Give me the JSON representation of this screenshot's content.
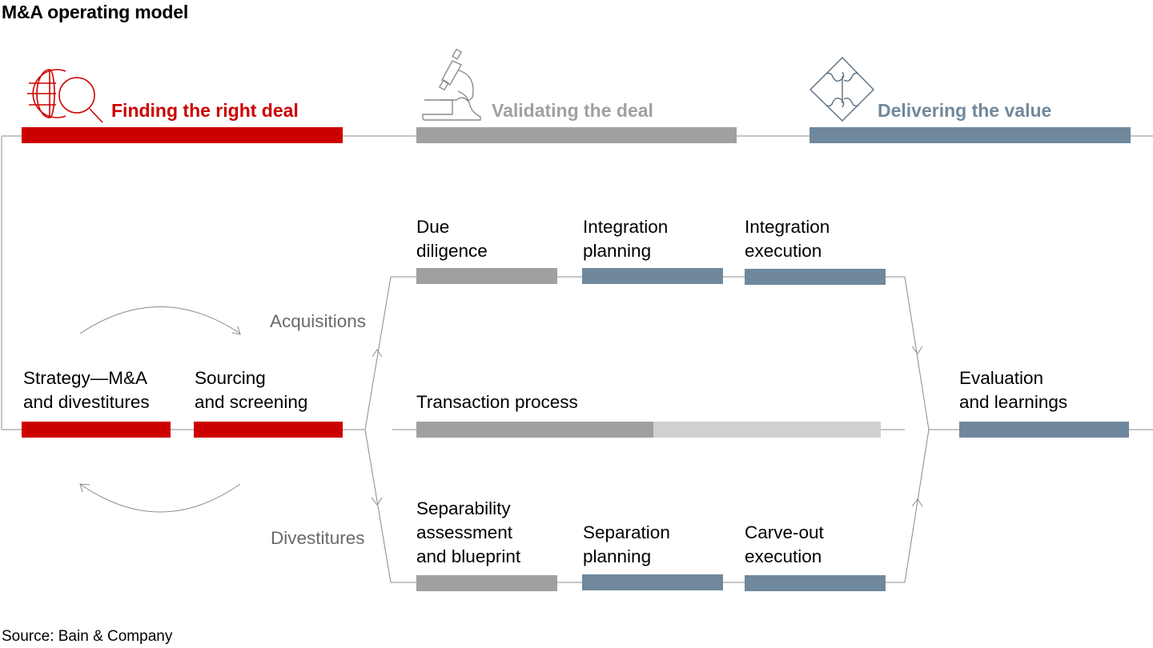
{
  "title": "M&A operating model",
  "source": "Source: Bain & Company",
  "colors": {
    "red": "#cc0000",
    "gray": "#a0a0a0",
    "light_gray": "#d0d0d0",
    "slate": "#70889c",
    "line": "#b4b4b4",
    "thin_line": "#8a8a8a",
    "branch_text": "#6a6a6a"
  },
  "phases": [
    {
      "label": "Finding the right deal",
      "icon": "globe-magnifier-icon",
      "color": "#cc0000"
    },
    {
      "label": "Validating the deal",
      "icon": "microscope-icon",
      "color": "#a0a0a0"
    },
    {
      "label": "Delivering the value",
      "icon": "puzzle-icon",
      "color": "#70889c"
    }
  ],
  "steps": {
    "strategy": {
      "label": "Strategy—M&A\nand divestitures",
      "color": "#cc0000"
    },
    "sourcing": {
      "label": "Sourcing\nand screening",
      "color": "#cc0000"
    },
    "due_diligence": {
      "label": "Due\ndiligence",
      "color": "#a0a0a0"
    },
    "integration_planning": {
      "label": "Integration\nplanning",
      "color": "#70889c"
    },
    "integration_execution": {
      "label": "Integration\nexecution",
      "color": "#70889c"
    },
    "transaction": {
      "label": "Transaction process",
      "colors": [
        "#a0a0a0",
        "#d0d0d0"
      ]
    },
    "separability": {
      "label": "Separability\nassessment\nand blueprint",
      "color": "#a0a0a0"
    },
    "separation_planning": {
      "label": "Separation\nplanning",
      "color": "#70889c"
    },
    "carve_out": {
      "label": "Carve-out\nexecution",
      "color": "#70889c"
    },
    "evaluation": {
      "label": "Evaluation\nand learnings",
      "color": "#70889c"
    }
  },
  "branches": {
    "acquisitions": "Acquisitions",
    "divestitures": "Divestitures"
  }
}
